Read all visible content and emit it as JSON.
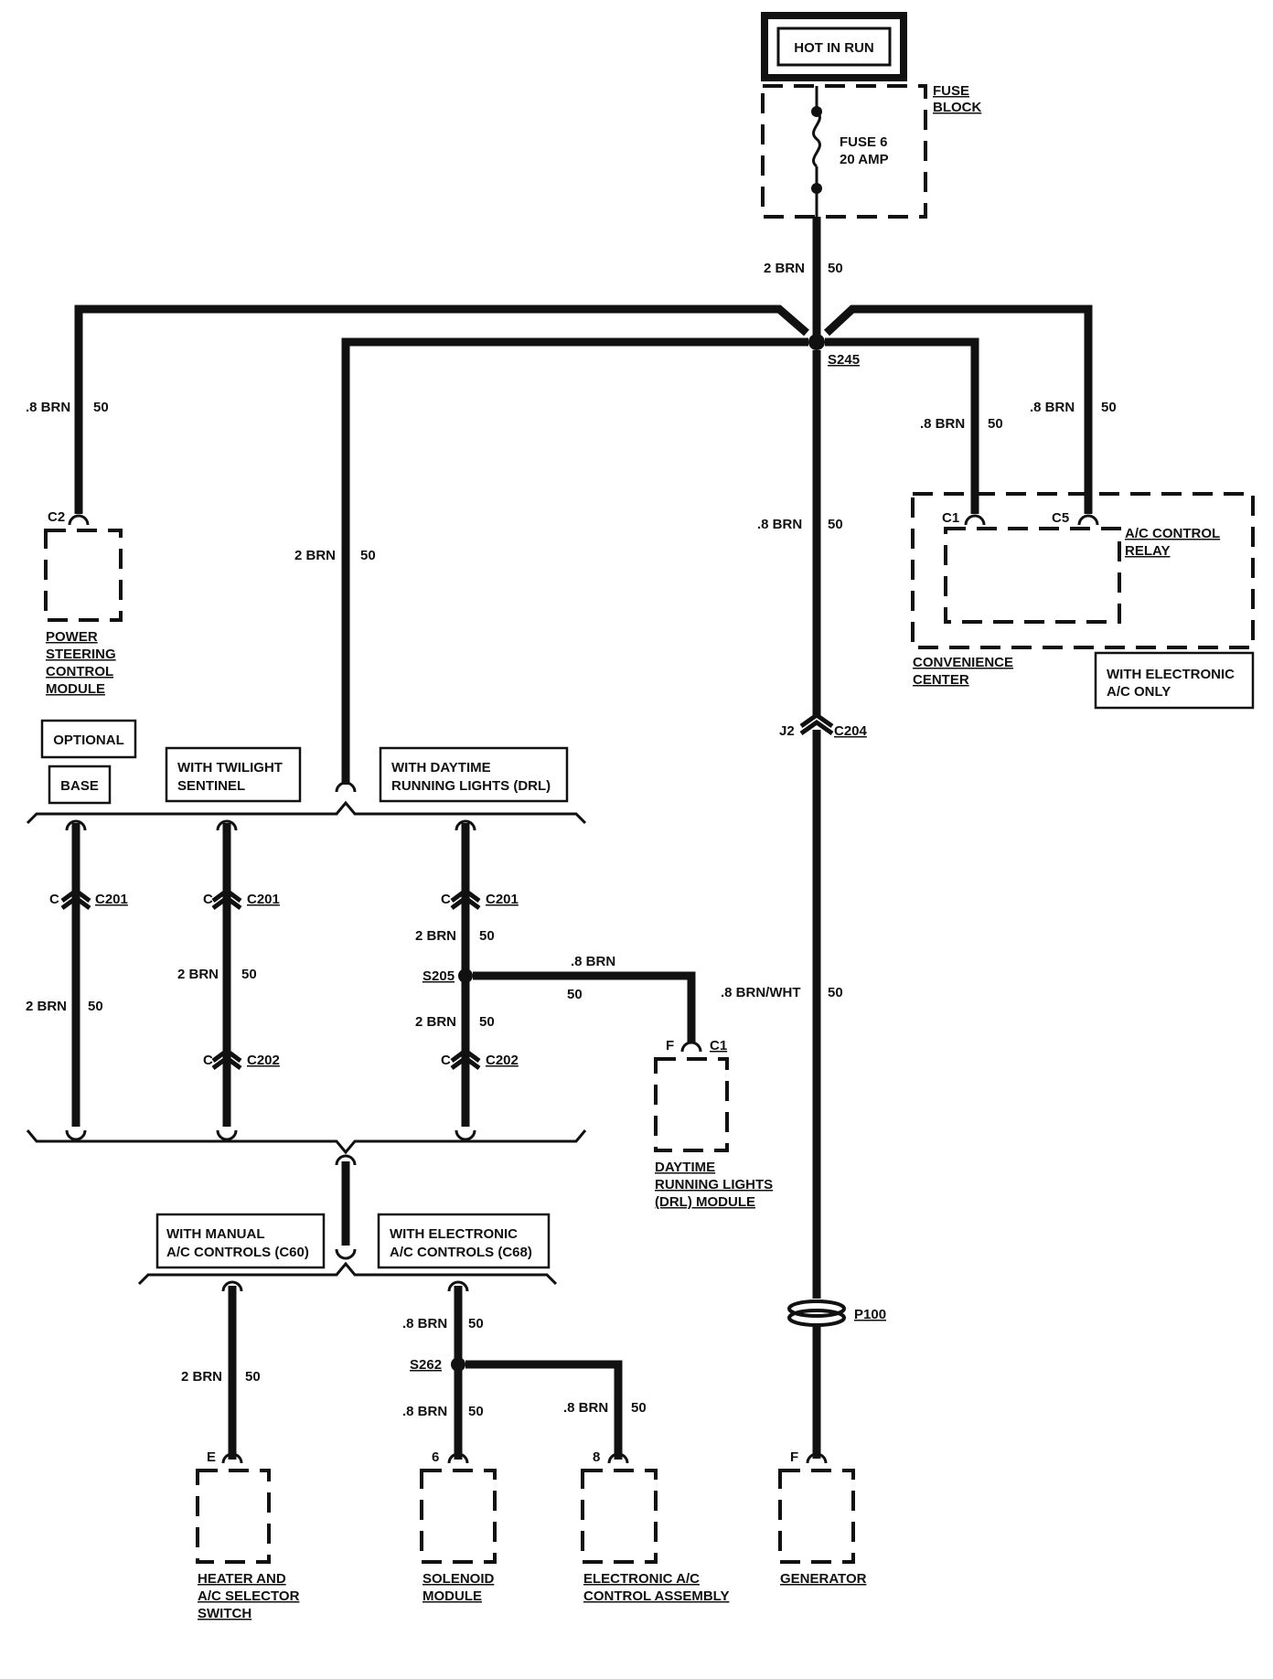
{
  "source": {
    "title": "HOT IN RUN"
  },
  "fuse_block": {
    "label_1": "FUSE",
    "label_2": "BLOCK",
    "fuse_1": "FUSE 6",
    "fuse_2": "20 AMP"
  },
  "main_wire": {
    "gauge": "2 BRN",
    "circuit": "50"
  },
  "splices": {
    "s245": "S245",
    "s205": "S205",
    "s262": "S262"
  },
  "pscm": {
    "connector": "C2",
    "gauge": ".8 BRN",
    "circuit": "50",
    "label_1": "POWER",
    "label_2": "STEERING",
    "label_3": "CONTROL",
    "label_4": "MODULE"
  },
  "drl_feed": {
    "gauge": "2 BRN",
    "circuit": "50"
  },
  "center_wire": {
    "gauge": ".8 BRN",
    "circuit": "50"
  },
  "relay": {
    "gauge_1": ".8 BRN",
    "circuit_1": "50",
    "gauge_2": ".8 BRN",
    "circuit_2": "50",
    "conn_1": "C1",
    "conn_2": "C5",
    "label_1": "A/C CONTROL",
    "label_2": "RELAY",
    "center_1": "CONVENIENCE",
    "center_2": "CENTER",
    "note_1": "WITH ELECTRONIC",
    "note_2": "A/C ONLY"
  },
  "c204": {
    "pin": "J2",
    "connector": "C204"
  },
  "options": {
    "optional": "OPTIONAL",
    "base": "BASE",
    "twilight_1": "WITH TWILIGHT",
    "twilight_2": "SENTINEL",
    "drl_1": "WITH DAYTIME",
    "drl_2": "RUNNING LIGHTS (DRL)"
  },
  "base_branch": {
    "pin": "C",
    "connector": "C201",
    "gauge": "2 BRN",
    "circuit": "50"
  },
  "twilight_branch": {
    "pin_1": "C",
    "connector_1": "C201",
    "gauge": "2 BRN",
    "circuit": "50",
    "pin_2": "C",
    "connector_2": "C202"
  },
  "drl_branch": {
    "pin_1": "C",
    "connector_1": "C201",
    "gauge_1": "2 BRN",
    "circuit_1": "50",
    "gauge_2": "2 BRN",
    "circuit_2": "50",
    "pin_2": "C",
    "connector_2": "C202",
    "tap_gauge": ".8 BRN",
    "tap_circuit": "50"
  },
  "drl_module": {
    "pin": "F",
    "connector": "C1",
    "label_1": "DAYTIME",
    "label_2": "RUNNING LIGHTS",
    "label_3": "(DRL) MODULE"
  },
  "generator_wire": {
    "gauge": ".8 BRN/WHT",
    "circuit": "50",
    "connector": "P100",
    "pin": "F",
    "label": "GENERATOR"
  },
  "ac_options": {
    "manual_1": "WITH MANUAL",
    "manual_2": "A/C CONTROLS (C60)",
    "electronic_1": "WITH ELECTRONIC",
    "electronic_2": "A/C CONTROLS (C68)"
  },
  "heater": {
    "gauge": "2 BRN",
    "circuit": "50",
    "pin": "E",
    "label_1": "HEATER AND",
    "label_2": "A/C SELECTOR",
    "label_3": "SWITCH"
  },
  "electronic_ac": {
    "gauge_1": ".8 BRN",
    "circuit_1": "50",
    "gauge_2": ".8 BRN",
    "circuit_2": "50",
    "gauge_3": ".8 BRN",
    "circuit_3": "50",
    "pin_solenoid": "6",
    "pin_assembly": "8",
    "solenoid_1": "SOLENOID",
    "solenoid_2": "MODULE",
    "assembly_1": "ELECTRONIC A/C",
    "assembly_2": "CONTROL ASSEMBLY"
  }
}
